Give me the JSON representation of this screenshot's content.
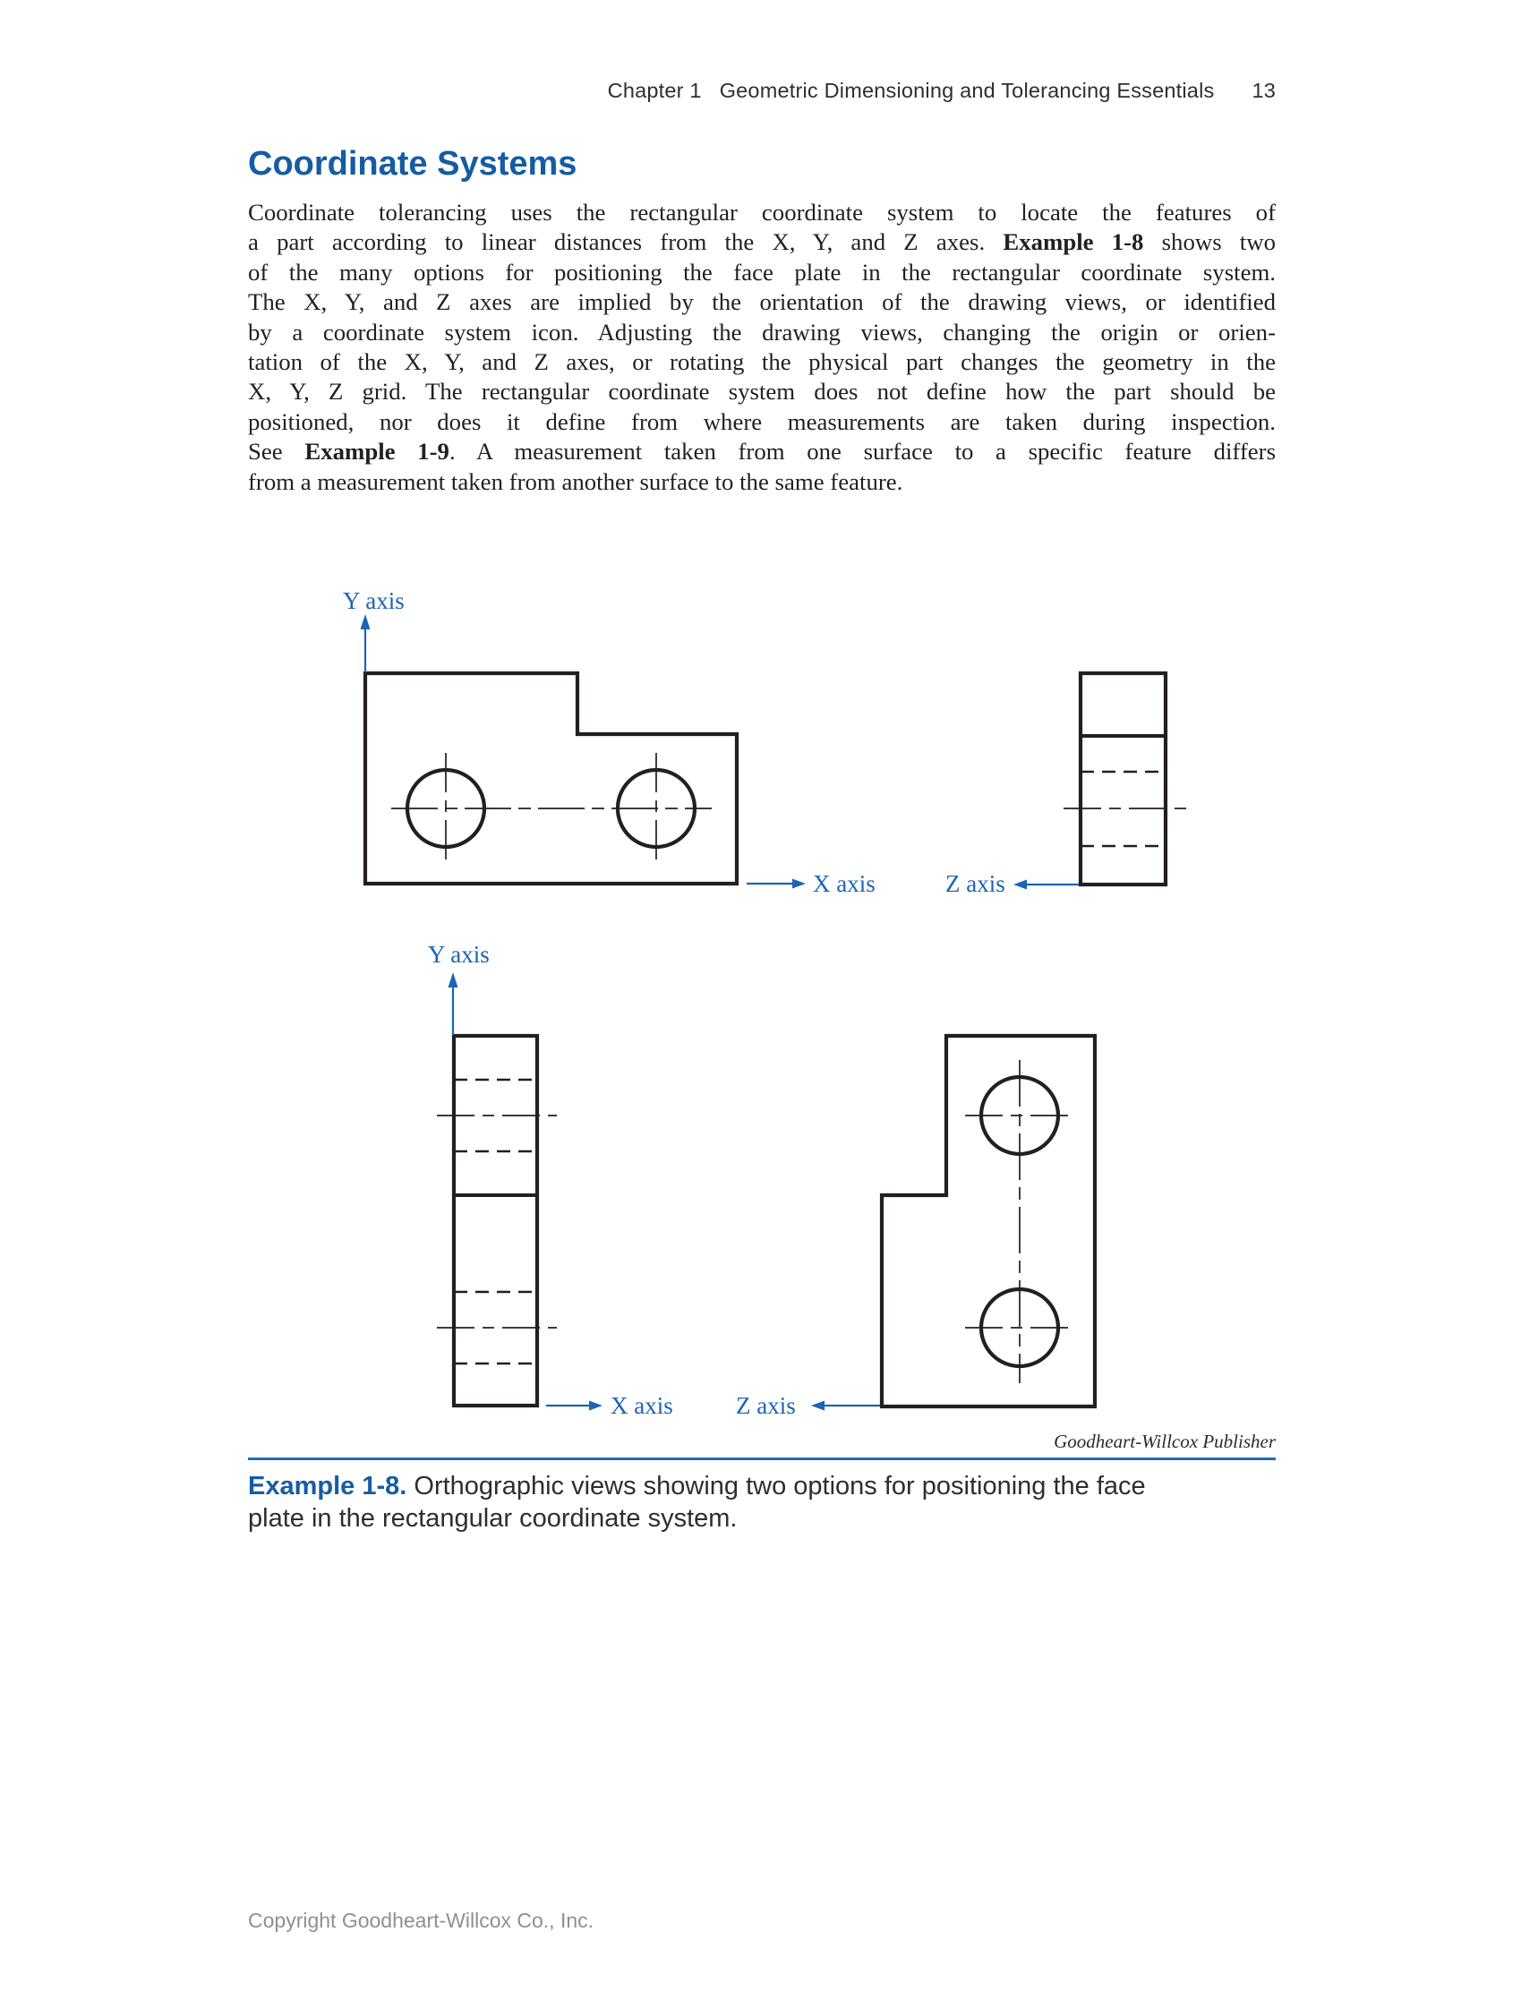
{
  "header": {
    "chapter": "Chapter 1",
    "title": "Geometric Dimensioning and Tolerancing Essentials",
    "page_number": "13"
  },
  "section": {
    "heading": "Coordinate Systems"
  },
  "paragraph": {
    "lines": [
      {
        "segments": [
          {
            "t": "Coordinate tolerancing uses the rectangular coordinate system to locate the features of"
          }
        ]
      },
      {
        "segments": [
          {
            "t": "a part according to linear distances from the X, Y, and Z axes. "
          },
          {
            "t": "Example 1-8",
            "b": true
          },
          {
            "t": " shows two"
          }
        ]
      },
      {
        "segments": [
          {
            "t": "of the many options for positioning the face plate in the rectangular coordinate system."
          }
        ]
      },
      {
        "segments": [
          {
            "t": "The X, Y, and Z axes are implied by the orientation of the drawing views, or identified"
          }
        ]
      },
      {
        "segments": [
          {
            "t": "by a coordinate system icon. Adjusting the drawing views, changing the origin or orien-"
          }
        ]
      },
      {
        "segments": [
          {
            "t": "tation of the X, Y, and Z axes, or rotating the physical part changes the geometry in the"
          }
        ]
      },
      {
        "segments": [
          {
            "t": "X, Y, Z grid. The rectangular coordinate system does not define how the part should be"
          }
        ]
      },
      {
        "segments": [
          {
            "t": "positioned, nor does it define from where measurements are taken during inspection."
          }
        ]
      },
      {
        "segments": [
          {
            "t": "See "
          },
          {
            "t": "Example 1-9",
            "b": true
          },
          {
            "t": ". A measurement taken from one surface to a specific feature differs"
          }
        ]
      },
      {
        "last": true,
        "segments": [
          {
            "t": "from a measurement taken from another surface to the same feature."
          }
        ]
      }
    ]
  },
  "figure": {
    "labels": {
      "y_axis_top": "Y axis",
      "x_axis_top": "X axis",
      "z_axis_top": "Z axis",
      "y_axis_bottom": "Y axis",
      "x_axis_bottom": "X axis",
      "z_axis_bottom": "Z axis"
    },
    "credit": "Goodheart-Willcox Publisher",
    "caption_lines": [
      {
        "segments": [
          {
            "t": "Example 1-8.",
            "label": true
          },
          {
            "t": " Orthographic views showing two options for positioning the face"
          }
        ]
      },
      {
        "segments": [
          {
            "t": "plate in the rectangular coordinate system."
          }
        ]
      }
    ]
  },
  "footer": {
    "copyright": "Copyright Goodheart-Willcox Co., Inc."
  },
  "colors": {
    "heading_blue": "#155CA4",
    "axis_blue": "#1C64B4",
    "rule_blue": "#1C6FB8",
    "ink": "#231F20",
    "footer_gray": "#8F8F8F"
  }
}
